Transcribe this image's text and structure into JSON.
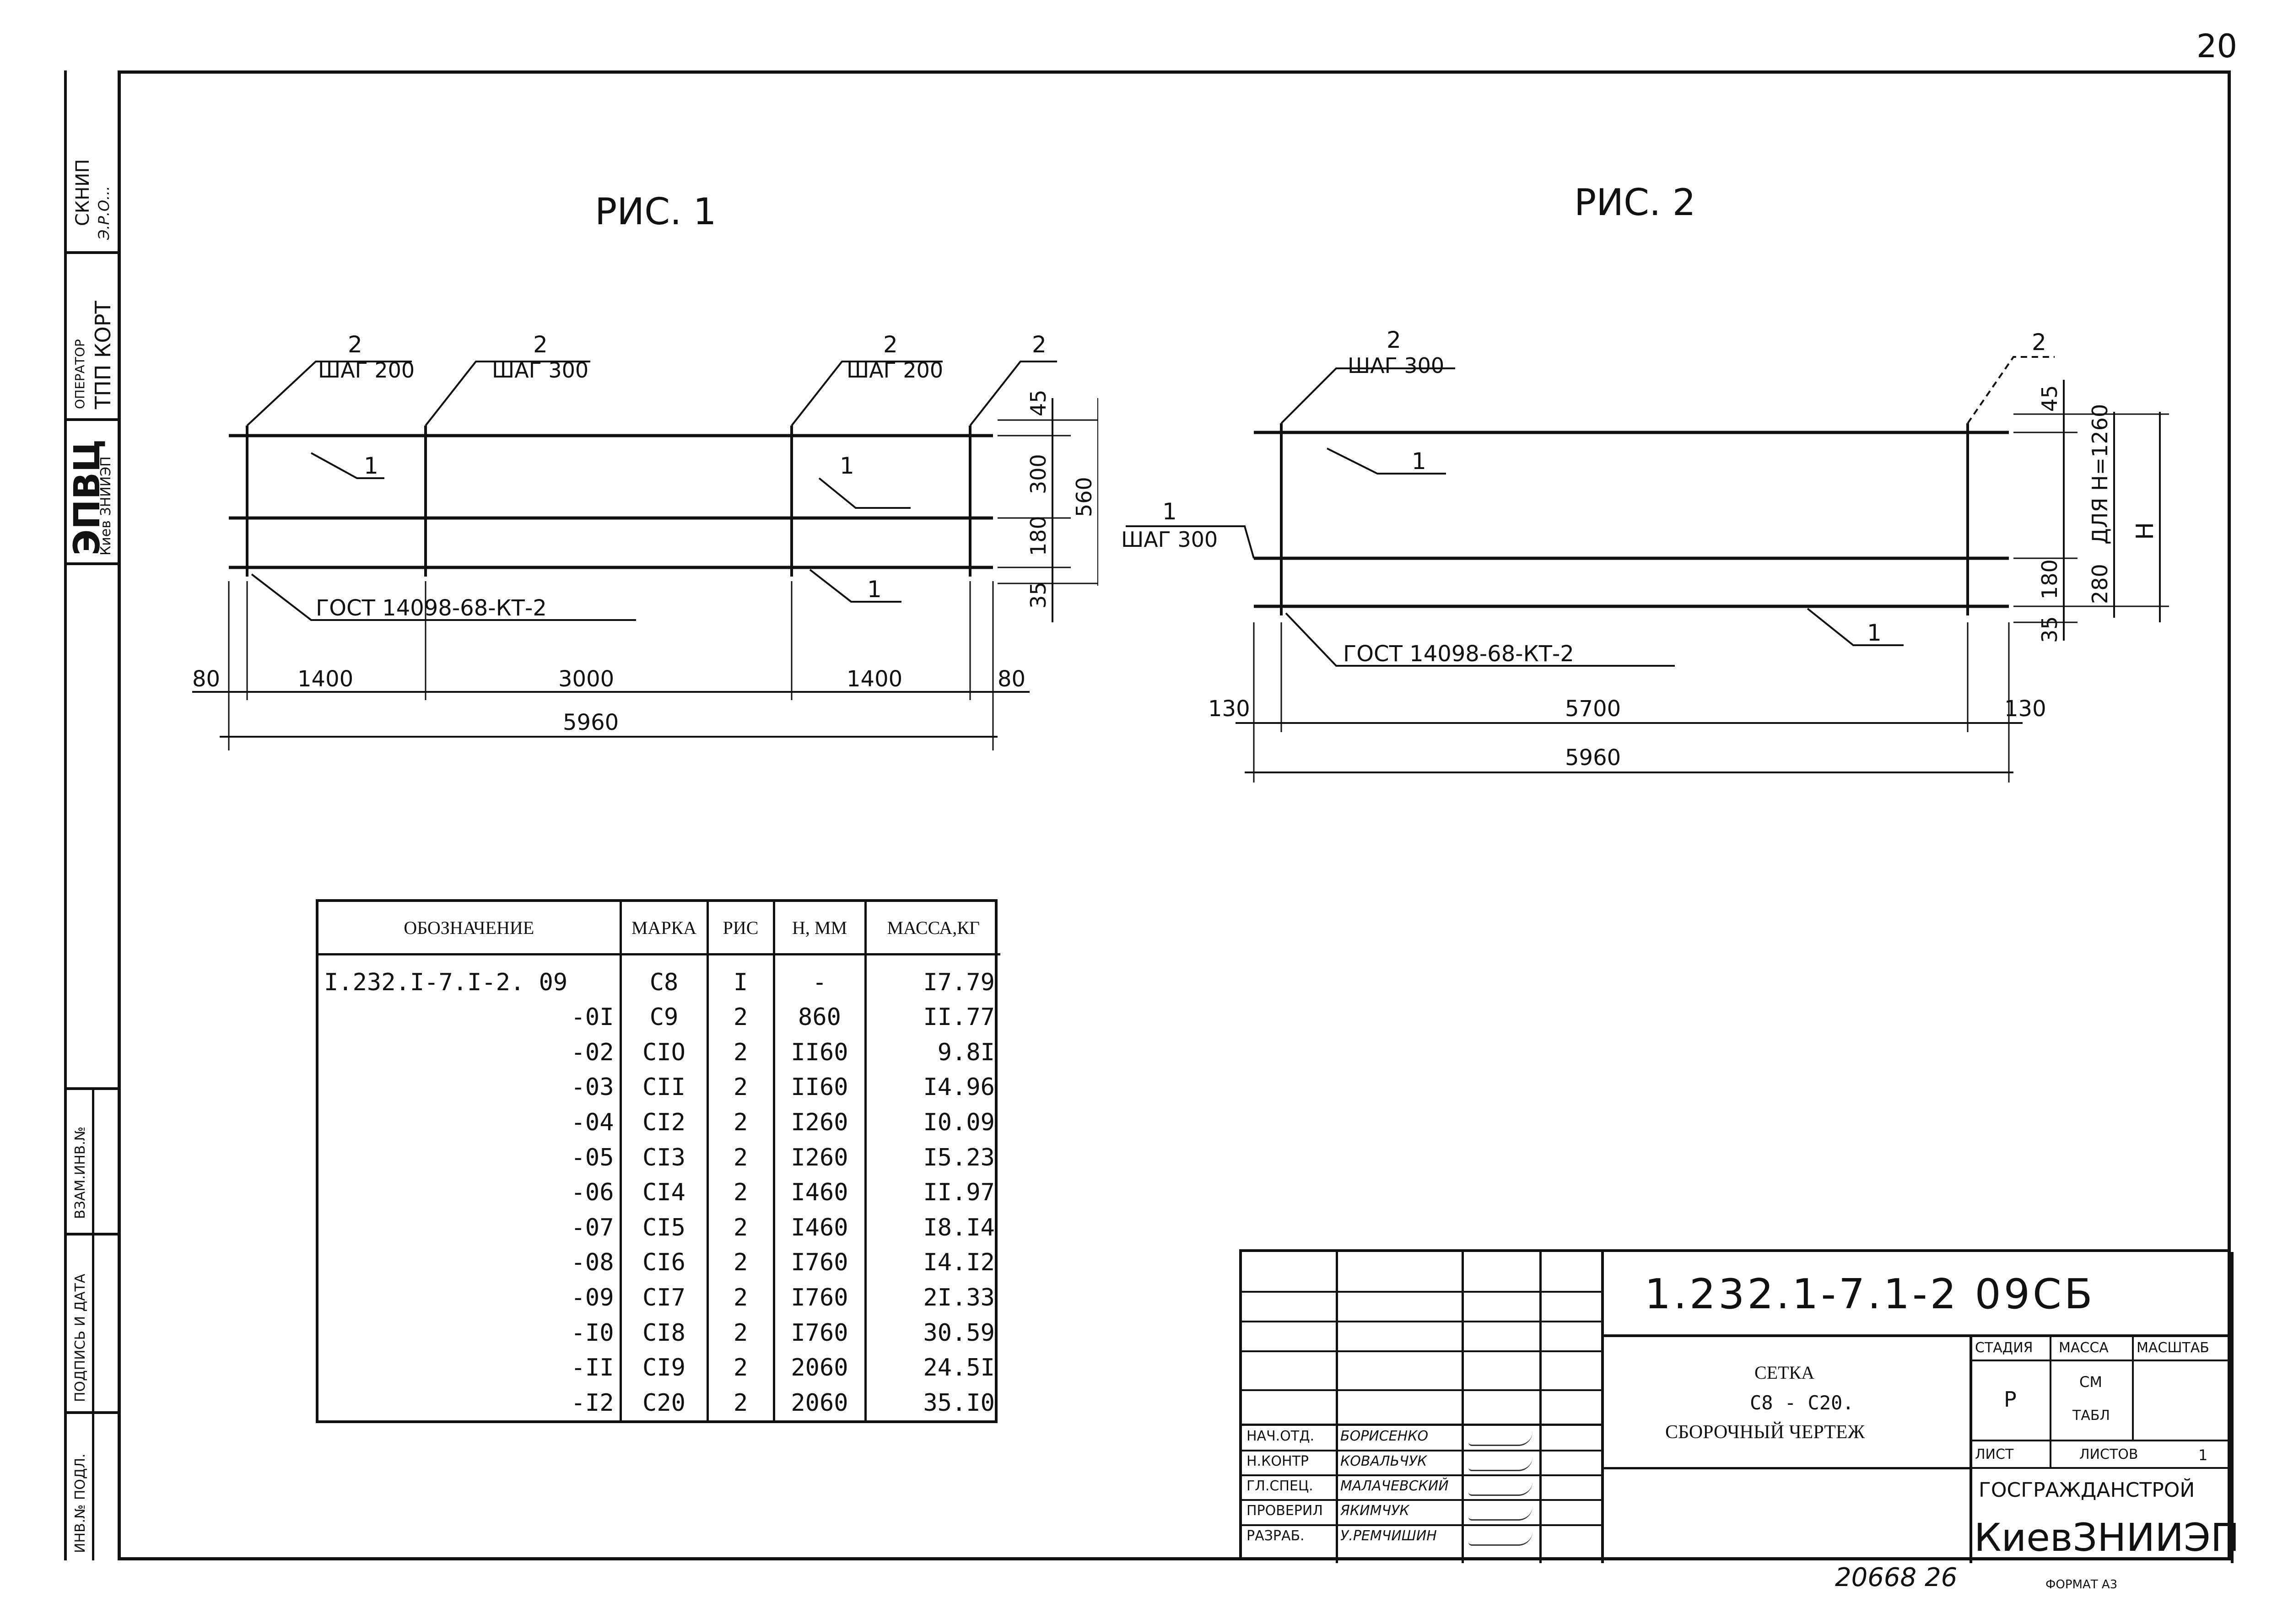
{
  "page_number": "20",
  "margin": {
    "skniip": "СКНИП",
    "skniip_sign": "Э.Р.О...",
    "operator": "ОПЕРАТОР",
    "tpp_kort": "ТПП КОРТ",
    "eibts": "ЭПВЦ",
    "kiev_zniiep": "Киев ЗНИИЭП",
    "vzam_inv": "ВЗАМ.ИНВ.№",
    "podpis_data": "ПОДПИСЬ И ДАТА",
    "inv_podl": "ИНВ.№ ПОДЛ."
  },
  "fig1": {
    "title": "РИС. 1",
    "leaders": {
      "pos2_a": "2",
      "step_a": "ШАГ 200",
      "pos2_b": "2",
      "step_b": "ШАГ 300",
      "pos2_c": "2",
      "step_c": "ШАГ 200",
      "pos2_d": "2",
      "pos1_a": "1",
      "pos1_b": "1",
      "pos1_c": "1"
    },
    "gost": "ГОСТ  14098-68-КТ-2",
    "dims_h": {
      "a": "80",
      "b": "1400",
      "c": "3000",
      "d": "1400",
      "e": "80",
      "total": "5960"
    },
    "dims_v": {
      "a": "45",
      "b": "300",
      "c": "180",
      "d": "35",
      "total": "560"
    }
  },
  "fig2": {
    "title": "РИС. 2",
    "leaders": {
      "pos2_a": "2",
      "step_a": "ШАГ 300",
      "pos2_b": "2",
      "pos1_left": "1",
      "step_left": "ШАГ 300",
      "pos1_a": "1",
      "pos1_b": "1"
    },
    "gost": "ГОСТ  14098-68-КТ-2",
    "dims_h": {
      "a": "130",
      "b": "5700",
      "c": "130",
      "total": "5960"
    },
    "dims_v": {
      "a": "45",
      "b": "180",
      "c": "35",
      "d": "280",
      "h_note": "ДЛЯ Н=1260",
      "h": "Н"
    }
  },
  "spec_table": {
    "headers": [
      "ОБОЗНАЧЕНИЕ",
      "МАРКА",
      "РИС",
      "Н, ММ",
      "МАССА,КГ"
    ],
    "rows": [
      [
        "I.232.I-7.I-2. 09",
        "С8",
        "I",
        "-",
        "I7.79"
      ],
      [
        "-0I",
        "С9",
        "2",
        "860",
        "II.77"
      ],
      [
        "-02",
        "СIO",
        "2",
        "II60",
        "9.8I"
      ],
      [
        "-03",
        "СII",
        "2",
        "II60",
        "I4.96"
      ],
      [
        "-04",
        "СI2",
        "2",
        "I260",
        "I0.09"
      ],
      [
        "-05",
        "СI3",
        "2",
        "I260",
        "I5.23"
      ],
      [
        "-06",
        "СI4",
        "2",
        "I460",
        "II.97"
      ],
      [
        "-07",
        "СI5",
        "2",
        "I460",
        "I8.I4"
      ],
      [
        "-08",
        "СI6",
        "2",
        "I760",
        "I4.I2"
      ],
      [
        "-09",
        "СI7",
        "2",
        "I760",
        "2I.33"
      ],
      [
        "-I0",
        "СI8",
        "2",
        "I760",
        "30.59"
      ],
      [
        "-II",
        "СI9",
        "2",
        "2060",
        "24.5I"
      ],
      [
        "-I2",
        "С20",
        "2",
        "2060",
        "35.I0"
      ]
    ]
  },
  "title_block": {
    "doc_code": "1.232.1-7.1-2 09СБ",
    "name_line1": "СЕТКА",
    "name_line2": "С8 - С20.",
    "name_line3": "СБОРОЧНЫЙ ЧЕРТЕЖ",
    "stadiya_label": "СТАДИЯ",
    "massa_label": "МАССА",
    "masshtab_label": "МАСШТАБ",
    "stadiya_value": "Р",
    "massa_value_1": "СМ",
    "massa_value_2": "ТАБЛ",
    "list_label": "ЛИСТ",
    "listov_label": "ЛИСТОВ",
    "listov_value": "1",
    "org1": "ГОСГРАЖДАНСТРОЙ",
    "org2": "КиевЗНИИЭП",
    "roles": [
      {
        "role": "НАЧ.ОТД.",
        "name": "БОРИСЕНКО"
      },
      {
        "role": "Н.КОНТР",
        "name": "КОВАЛЬЧУК"
      },
      {
        "role": "ГЛ.СПЕЦ.",
        "name": "МАЛАЧЕВСКИЙ"
      },
      {
        "role": "ПРОВЕРИЛ",
        "name": "ЯКИМЧУК"
      },
      {
        "role": "РАЗРАБ.",
        "name": "У.РЕМЧИШИН"
      }
    ]
  },
  "footer": {
    "inventory": "20668  26",
    "format": "ФОРМАТ А3"
  }
}
